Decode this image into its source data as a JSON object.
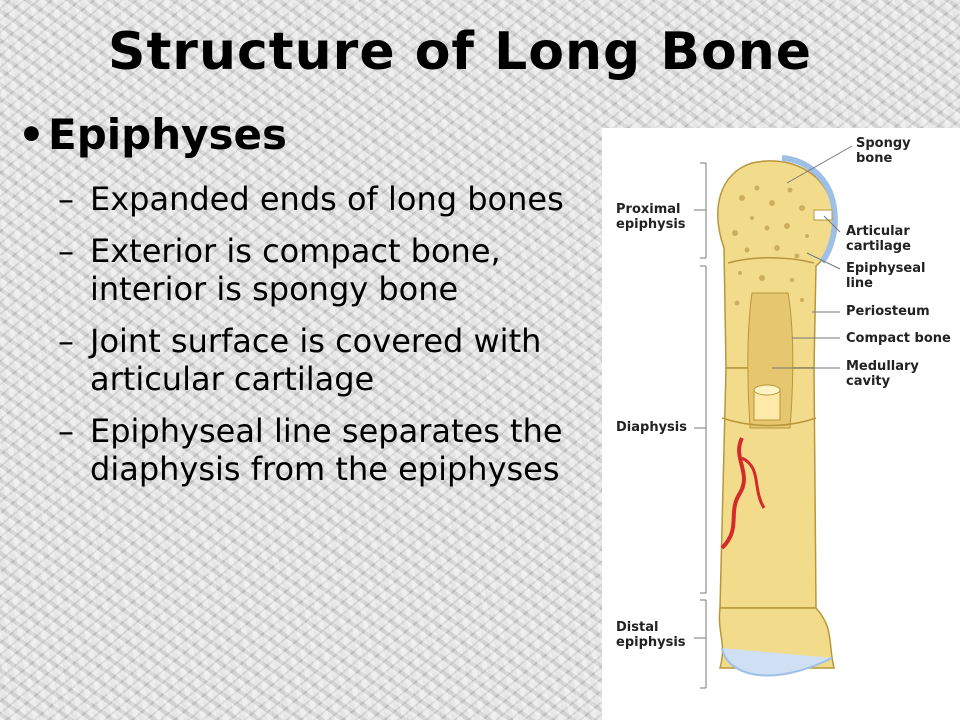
{
  "slide": {
    "title": "Structure of Long Bone",
    "bullet": "Epiphyses",
    "bullet_marker": "•",
    "sub_marker": "–",
    "subpoints": [
      "Expanded ends of long bones",
      "Exterior is compact bone, interior is spongy bone",
      "Joint surface is covered with articular cartilage",
      "Epiphyseal line separates the diaphysis from the epiphyses"
    ]
  },
  "figure": {
    "left_labels": {
      "proximal": [
        "Proximal",
        "epiphysis"
      ],
      "diaphysis": "Diaphysis",
      "distal": [
        "Distal",
        "epiphysis"
      ]
    },
    "right_labels": {
      "spongy": [
        "Spongy",
        "bone"
      ],
      "articular": [
        "Articular",
        "cartilage"
      ],
      "epiphyseal": [
        "Epiphyseal",
        "line"
      ],
      "periosteum": "Periosteum",
      "compact": "Compact bone",
      "medullary": [
        "Medullary",
        "cavity"
      ]
    },
    "colors": {
      "bone": "#f2dc8c",
      "bone_dark": "#c9a94a",
      "cartilage": "#cfe0f5",
      "vessel": "#d42a2a"
    }
  }
}
